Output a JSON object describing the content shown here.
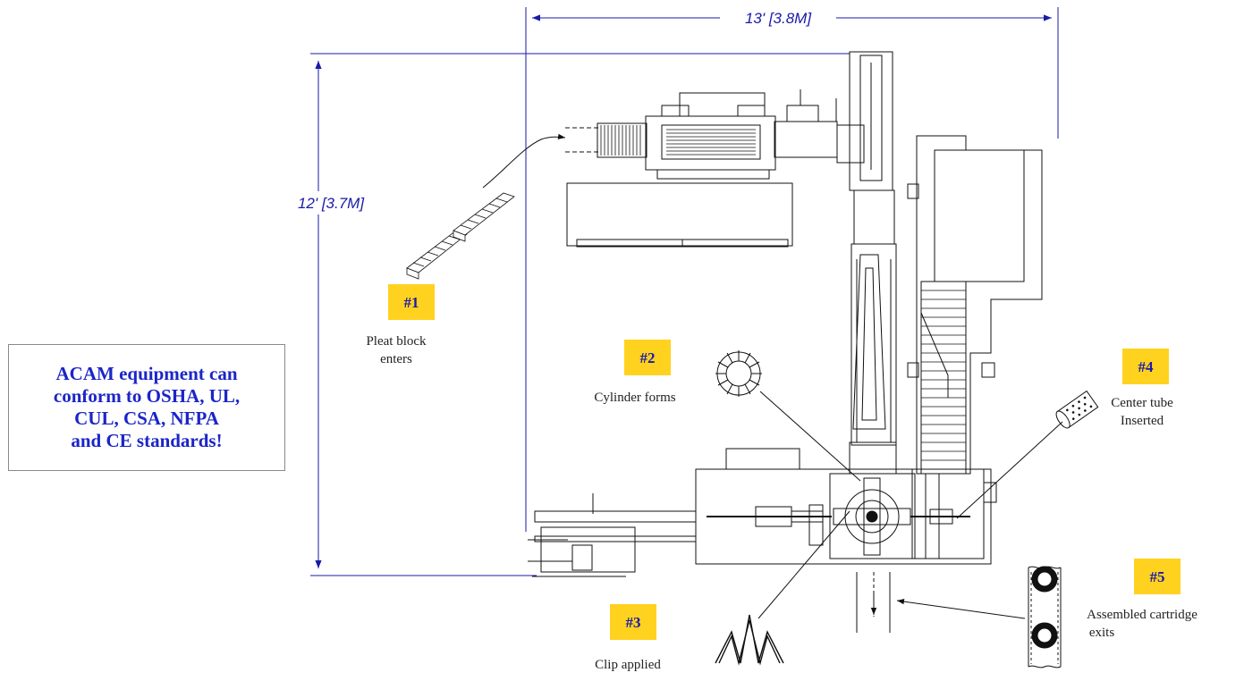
{
  "dimensions": {
    "width_label": "13' [3.8M]",
    "height_label": "12' [3.7M]"
  },
  "steps": [
    {
      "badge": "#1",
      "lines": [
        "Pleat block",
        "enters"
      ]
    },
    {
      "badge": "#2",
      "lines": [
        "Cylinder forms"
      ]
    },
    {
      "badge": "#3",
      "lines": [
        "Clip applied"
      ]
    },
    {
      "badge": "#4",
      "lines": [
        "Center tube",
        "Inserted"
      ]
    },
    {
      "badge": "#5",
      "lines": [
        "Assembled cartridge",
        "exits"
      ]
    }
  ],
  "note": {
    "lines": [
      "ACAM equipment can",
      "conform to OSHA, UL,",
      "CUL, CSA, NFPA",
      "and CE standards!"
    ]
  },
  "colors": {
    "dimension": "#1a1aaa",
    "badge_fill": "#ffd21f",
    "badge_text": "#1a1aaa",
    "note_text": "#1b25c8",
    "drawing": "#111111"
  }
}
